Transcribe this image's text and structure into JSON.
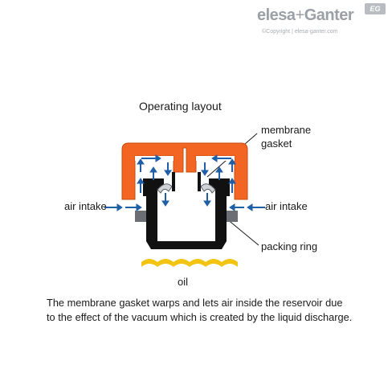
{
  "brand": {
    "name_left": "elesa",
    "plus": "+",
    "name_right": "Ganter",
    "badge": "EG",
    "copyright": "©Copyright | elesa-ganter.com"
  },
  "diagram": {
    "title": "Operating layout",
    "labels": {
      "membrane_line1": "membrane",
      "membrane_line2": "gasket",
      "air_intake_left": "air intake",
      "air_intake_right": "air intake",
      "packing_ring": "packing ring",
      "oil": "oil"
    },
    "caption_line1": "The membrane gasket warps and lets air inside the reservoir due",
    "caption_line2": "to the effect of the vacuum which is created by the liquid discharge.",
    "colors": {
      "cap": "#f26522",
      "cap_outline": "#c94a0c",
      "body": "#111111",
      "arrow": "#1f5fa8",
      "oil": "#f2c40f",
      "gasket": "#cfd3d8"
    }
  }
}
